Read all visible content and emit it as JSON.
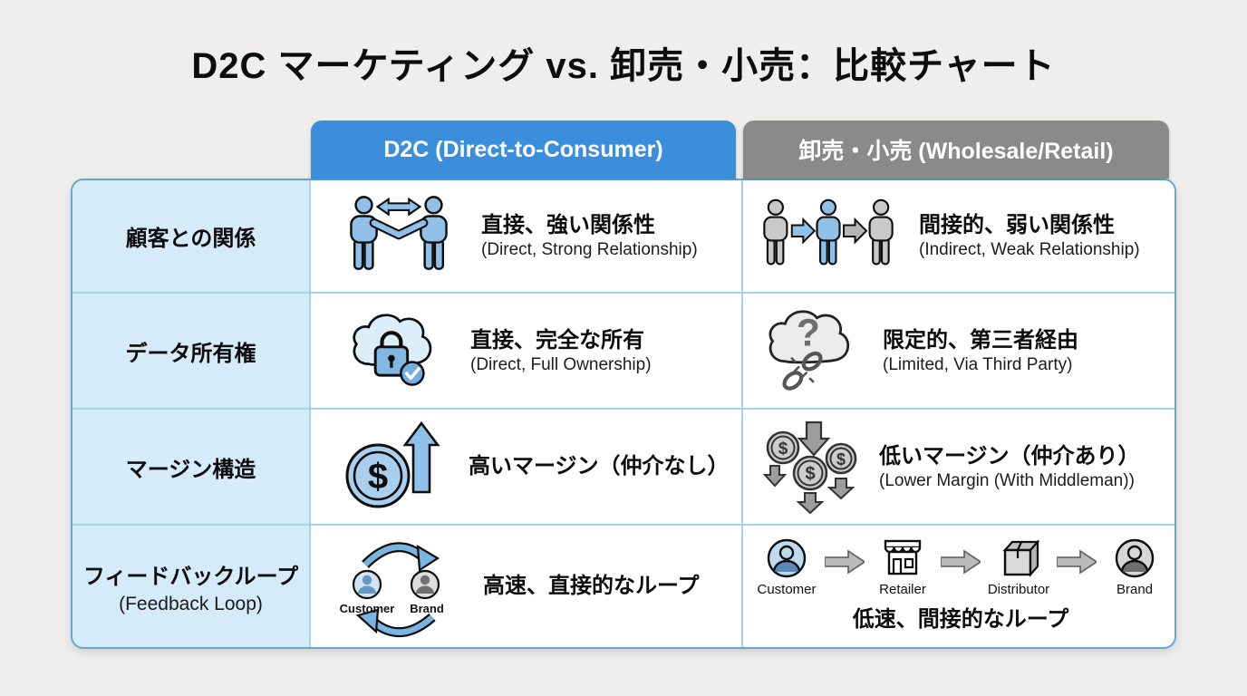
{
  "page": {
    "title": "D2C マーケティング vs. 卸売・小売：比較チャート"
  },
  "colors": {
    "page_bg": "#efeeec",
    "d2c_header_bg": "#3b8edc",
    "wholesale_header_bg": "#8a8a8a",
    "label_column_bg": "#d6ebf9",
    "table_border": "#63a7cf",
    "icon_blue": "#90c0e8",
    "icon_gray": "#bdbdbd"
  },
  "table": {
    "headers": {
      "d2c": "D2C (Direct-to-Consumer)",
      "wholesale": "卸売・小売 (Wholesale/Retail)"
    },
    "rows": [
      {
        "label": "顧客との関係",
        "d2c": {
          "icon": "handshake-icon",
          "title": "直接、強い関係性",
          "subtitle": "(Direct, Strong Relationship)"
        },
        "wholesale": {
          "icon": "person-chain-icon",
          "title": "間接的、弱い関係性",
          "subtitle": "(Indirect, Weak Relationship)"
        }
      },
      {
        "label": "データ所有権",
        "d2c": {
          "icon": "cloud-lock-check-icon",
          "title": "直接、完全な所有",
          "subtitle": "(Direct, Full Ownership)"
        },
        "wholesale": {
          "icon": "cloud-question-broken-link-icon",
          "title": "限定的、第三者経由",
          "subtitle": "(Limited, Via Third Party)"
        }
      },
      {
        "label": "マージン構造",
        "d2c": {
          "icon": "coin-up-arrow-icon",
          "title": "高いマージン（仲介なし）",
          "subtitle": ""
        },
        "wholesale": {
          "icon": "coins-down-arrows-icon",
          "title": "低いマージン（仲介あり）",
          "subtitle": "(Lower Margin (With Middleman))"
        }
      },
      {
        "label": "フィードバックループ",
        "label_en": "(Feedback Loop)",
        "d2c": {
          "icon": "feedback-loop-icon",
          "title": "高速、直接的なループ",
          "loop_labels": {
            "customer": "Customer",
            "brand": "Brand"
          }
        },
        "wholesale": {
          "icon": "supply-chain-icon",
          "caption": "低速、間接的なループ",
          "chain": [
            "Customer",
            "Retailer",
            "Distributor",
            "Brand"
          ]
        }
      }
    ]
  }
}
